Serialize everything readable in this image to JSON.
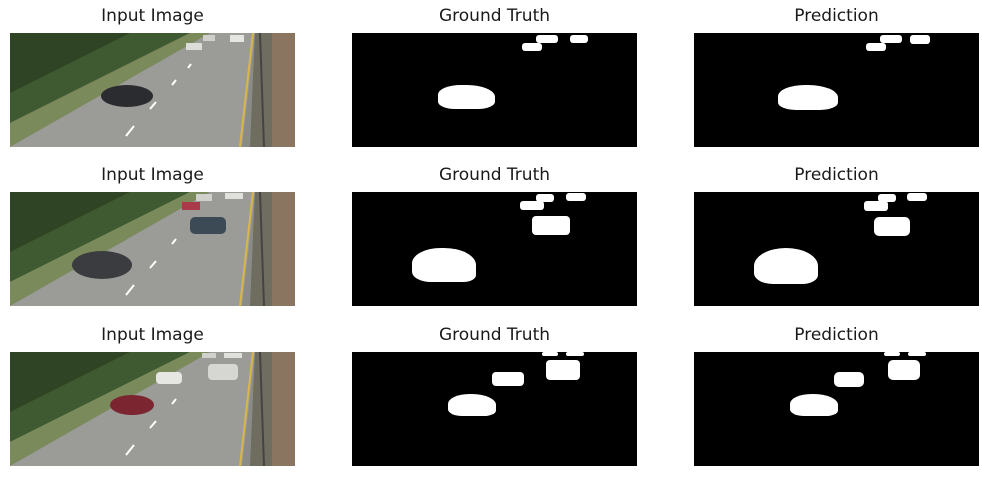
{
  "rows": [
    {
      "input_title": "Input Image",
      "gt_title": "Ground Truth",
      "pred_title": "Prediction"
    },
    {
      "input_title": "Input Image",
      "gt_title": "Ground Truth",
      "pred_title": "Prediction"
    },
    {
      "input_title": "Input Image",
      "gt_title": "Ground Truth",
      "pred_title": "Prediction"
    }
  ]
}
